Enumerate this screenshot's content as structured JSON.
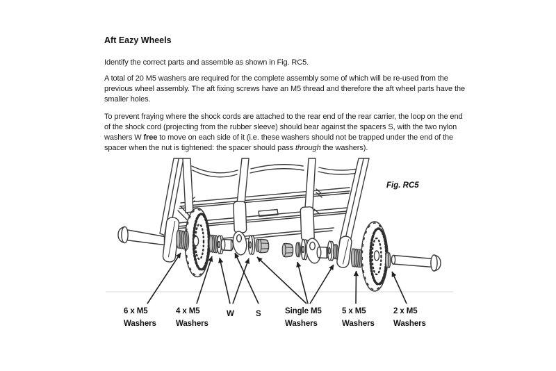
{
  "document": {
    "title": "Aft Eazy Wheels",
    "paragraph_1": "Identify the correct parts and assemble as shown in Fig. RC5.",
    "paragraph_2": "A total of 20 M5 washers are required for the complete assembly some of which will be re-used from the previous wheel assembly. The aft fixing screws have an M5 thread and therefore the aft wheel parts have the smaller holes.",
    "paragraph_3": {
      "lead": "To prevent fraying where the shock cords are attached to the rear end of the rear carrier, the loop on the end of the shock cord (projecting from the rubber sleeve) should bear against the spacers S, with the two nylon washers W ",
      "bold_word": "free",
      "middle": " to move on each side of it (i.e. these washers should not be trapped under the end of the spacer when the nut is tightened: the spacer should pass ",
      "italic_word": "through",
      "tail": " the washers)."
    }
  },
  "figure": {
    "caption": "Fig. RC5",
    "labels": [
      {
        "line1": "6 x M5",
        "line2": "Washers"
      },
      {
        "line1": "4 x M5",
        "line2": "Washers"
      },
      {
        "line1": "W",
        "line2": ""
      },
      {
        "line1": "S",
        "line2": ""
      },
      {
        "line1": "Single M5",
        "line2": "Washers"
      },
      {
        "line1": "5 x M5",
        "line2": "Washers"
      },
      {
        "line1": "2 x M5",
        "line2": "Washers"
      }
    ],
    "colors": {
      "ink": "#1a1a1a",
      "line_art": "#3a3a3a",
      "washer_gray": "#bdbdbd"
    }
  }
}
